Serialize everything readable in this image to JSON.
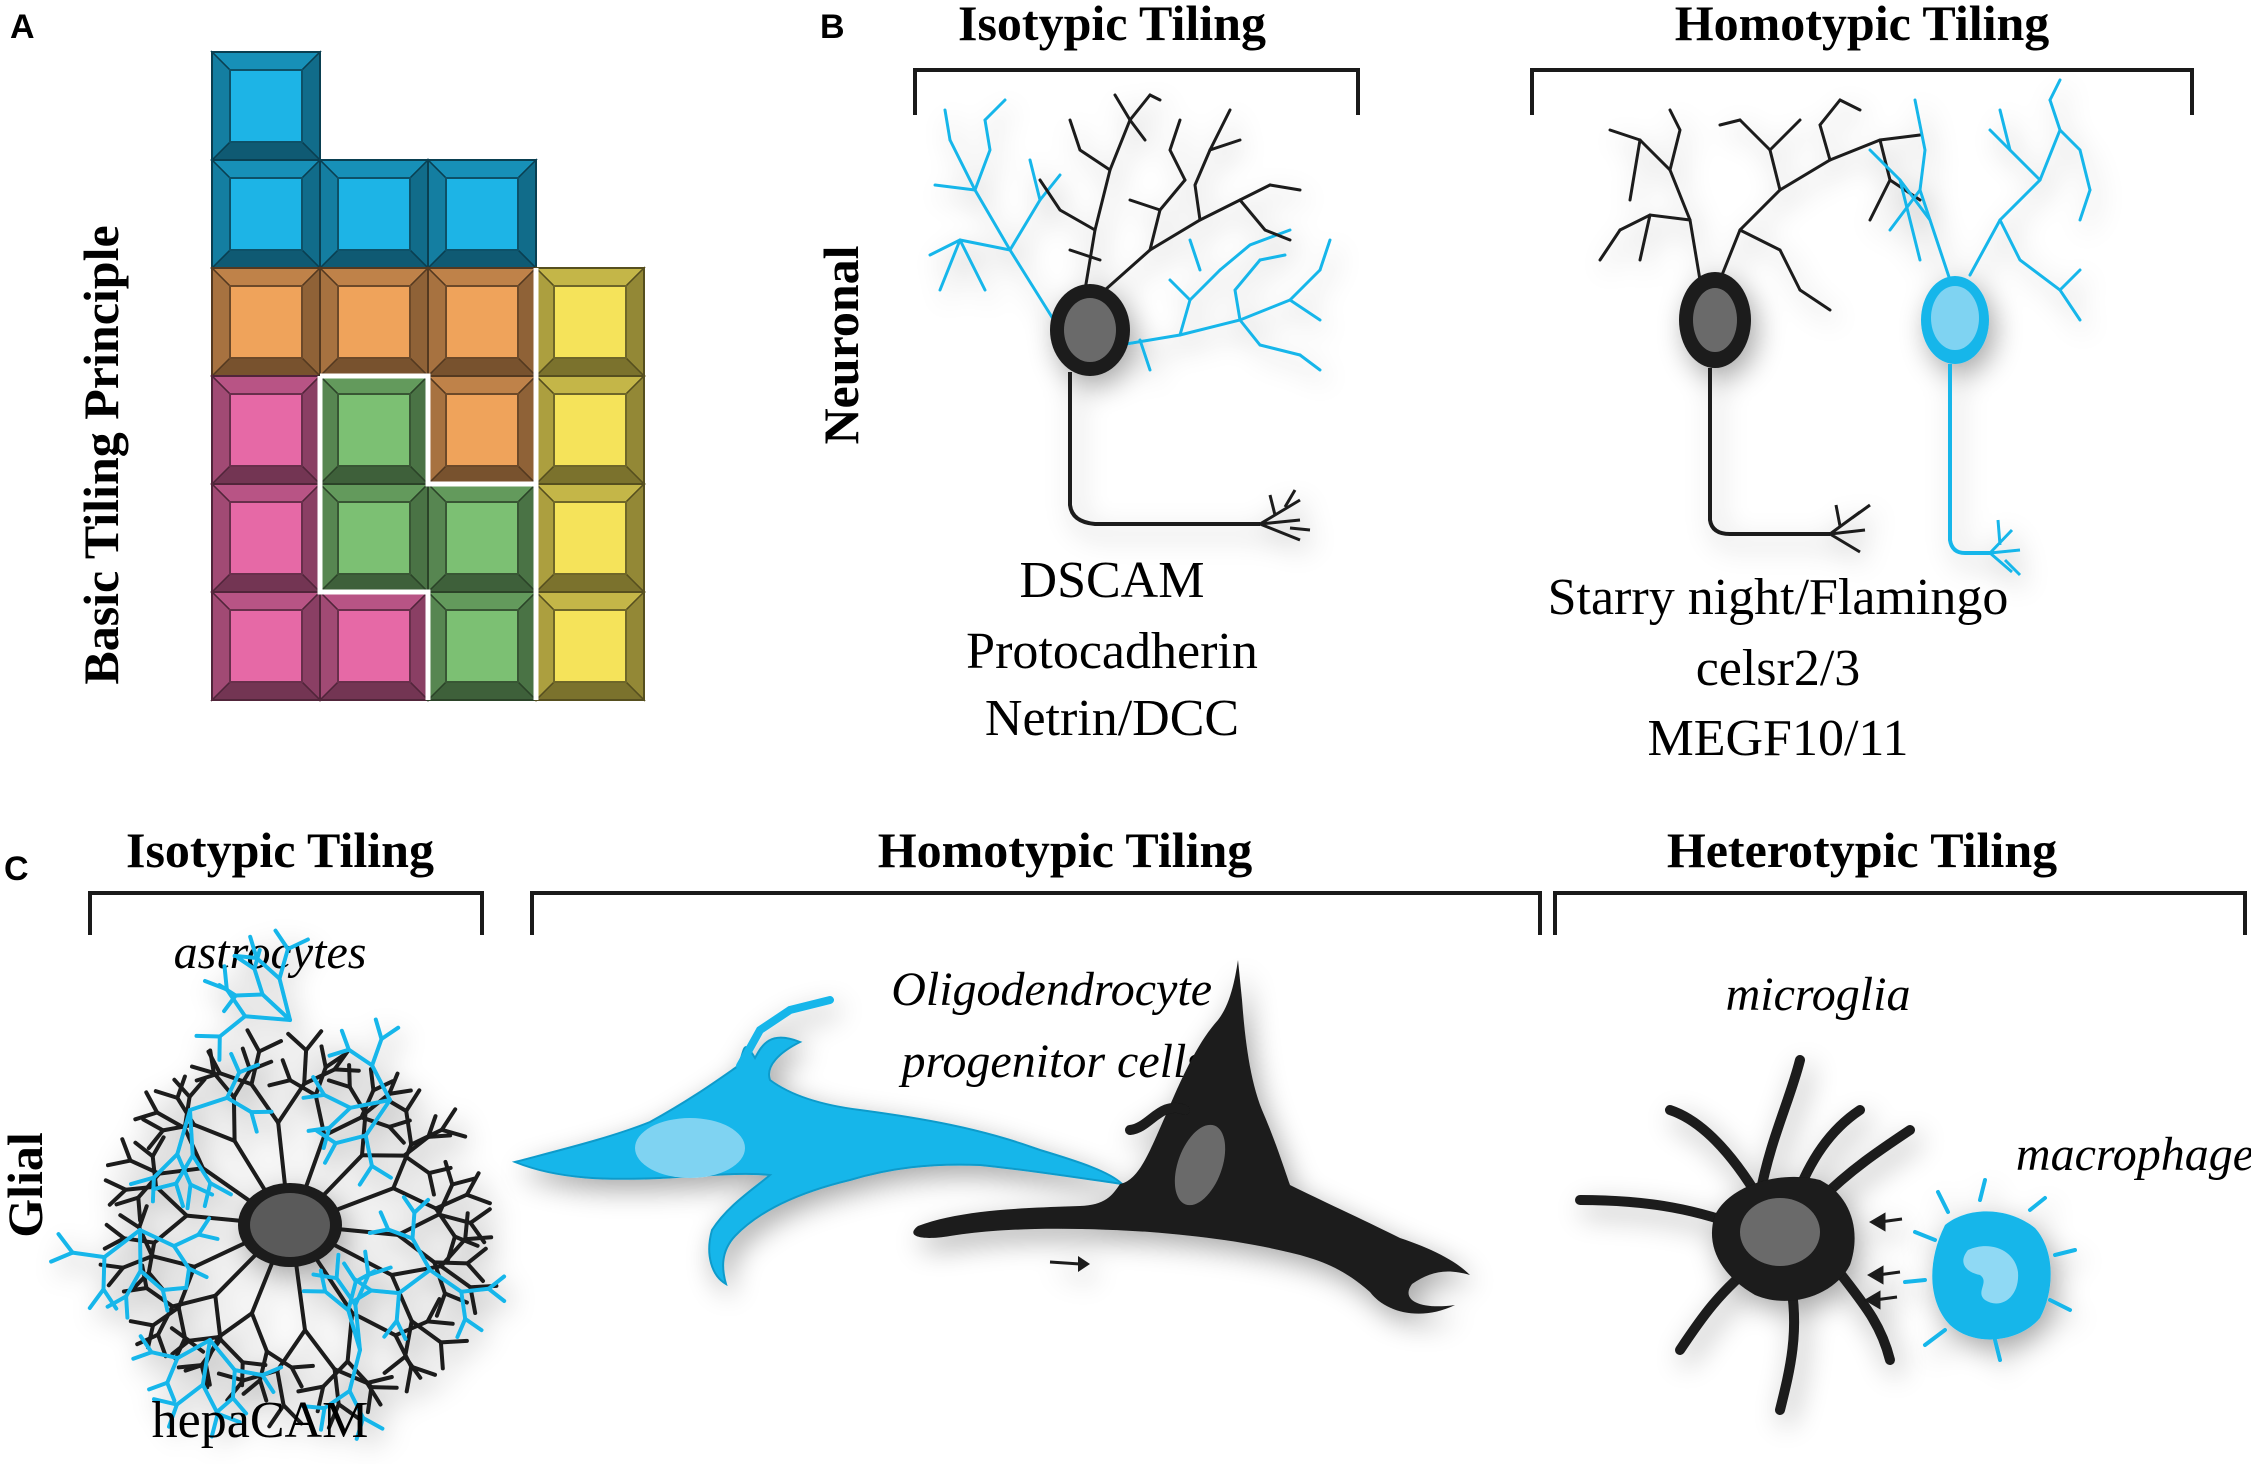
{
  "colors": {
    "blue": "#19b6ea",
    "black": "#1a1a1a",
    "soma_gray": "#6b6b6b",
    "tile_blue": "#1db4e6",
    "tile_orange": "#efa35b",
    "tile_yellow": "#f5e35a",
    "tile_pink": "#e669a6",
    "tile_green": "#7cc073"
  },
  "panel_a": {
    "letter": "A",
    "side_label": "Basic Tiling Principle",
    "tiles": [
      {
        "col": 0,
        "row": 0,
        "color": "tile_blue"
      },
      {
        "col": 0,
        "row": 1,
        "color": "tile_blue"
      },
      {
        "col": 1,
        "row": 1,
        "color": "tile_blue"
      },
      {
        "col": 2,
        "row": 1,
        "color": "tile_blue"
      },
      {
        "col": 0,
        "row": 2,
        "color": "tile_orange"
      },
      {
        "col": 1,
        "row": 2,
        "color": "tile_orange"
      },
      {
        "col": 2,
        "row": 2,
        "color": "tile_orange"
      },
      {
        "col": 3,
        "row": 2,
        "color": "tile_yellow"
      },
      {
        "col": 0,
        "row": 3,
        "color": "tile_pink"
      },
      {
        "col": 1,
        "row": 3,
        "color": "tile_green"
      },
      {
        "col": 2,
        "row": 3,
        "color": "tile_orange"
      },
      {
        "col": 3,
        "row": 3,
        "color": "tile_yellow"
      },
      {
        "col": 0,
        "row": 4,
        "color": "tile_pink"
      },
      {
        "col": 1,
        "row": 4,
        "color": "tile_green"
      },
      {
        "col": 2,
        "row": 4,
        "color": "tile_green"
      },
      {
        "col": 3,
        "row": 4,
        "color": "tile_yellow"
      },
      {
        "col": 0,
        "row": 5,
        "color": "tile_pink"
      },
      {
        "col": 1,
        "row": 5,
        "color": "tile_pink"
      },
      {
        "col": 2,
        "row": 5,
        "color": "tile_green"
      },
      {
        "col": 3,
        "row": 5,
        "color": "tile_yellow"
      }
    ]
  },
  "panel_b": {
    "letter": "B",
    "side_label": "Neuronal",
    "isotypic": {
      "heading": "Isotypic Tiling",
      "genes": [
        "DSCAM",
        "Protocadherin",
        "Netrin/DCC"
      ]
    },
    "homotypic": {
      "heading": "Homotypic Tiling",
      "genes": [
        "Starry night/Flamingo",
        "celsr2/3",
        "MEGF10/11"
      ]
    }
  },
  "panel_c": {
    "letter": "C",
    "side_label": "Glial",
    "isotypic": {
      "heading": "Isotypic Tiling",
      "cell_label": "astrocytes",
      "gene": "hepaCAM"
    },
    "homotypic": {
      "heading": "Homotypic Tiling",
      "cell_label_line1": "Oligodendrocyte",
      "cell_label_line2": "progenitor cells"
    },
    "heterotypic": {
      "heading": "Heterotypic Tiling",
      "cell_label_1": "microglia",
      "cell_label_2": "macrophage"
    }
  }
}
